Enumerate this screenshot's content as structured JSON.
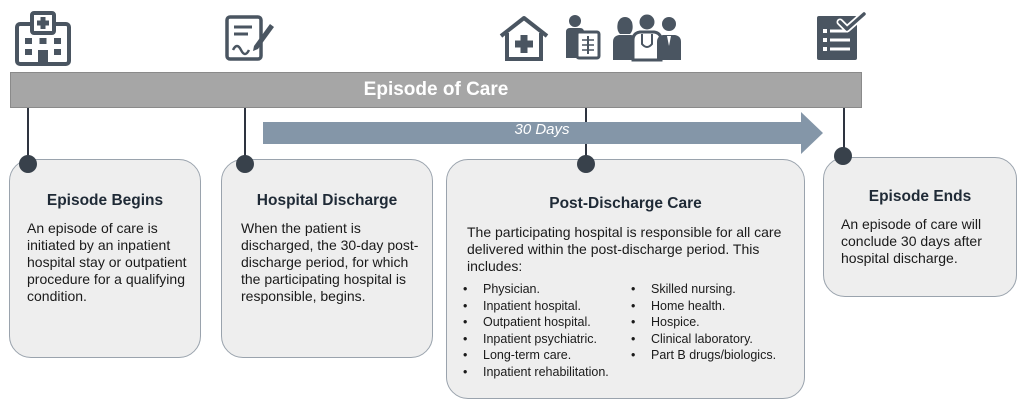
{
  "banner": {
    "title": "Episode of Care"
  },
  "arrow": {
    "label": "30 Days",
    "color": "#8496a8"
  },
  "colors": {
    "banner": "#a6a6a6",
    "card_bg": "#eeeeee",
    "card_border": "#9aa3ad",
    "dot": "#38414b",
    "icon": "#4a5561"
  },
  "icons": [
    "hospital-icon",
    "discharge-form-icon",
    "home-health-icon",
    "xray-patient-icon",
    "care-team-icon",
    "checklist-icon"
  ],
  "cards": {
    "begins": {
      "title": "Episode Begins",
      "body": "An episode of care is initiated by an inpatient hospital stay or outpatient procedure for a qualifying condition."
    },
    "discharge": {
      "title": "Hospital Discharge",
      "body": "When the patient is discharged, the 30-day post-discharge period, for which the participating hospital is responsible, begins."
    },
    "post": {
      "title": "Post-Discharge Care",
      "intro": "The participating hospital is responsible for all care delivered within the post-discharge period. This includes:",
      "left_items": [
        "Physician.",
        "Inpatient hospital.",
        "Outpatient hospital.",
        "Inpatient psychiatric.",
        "Long-term care.",
        "Inpatient rehabilitation."
      ],
      "right_items": [
        "Skilled nursing.",
        "Home health.",
        "Hospice.",
        "Clinical laboratory.",
        "Part B drugs/biologics."
      ]
    },
    "ends": {
      "title": "Episode Ends",
      "body": "An episode of care will conclude 30 days after hospital discharge."
    }
  }
}
